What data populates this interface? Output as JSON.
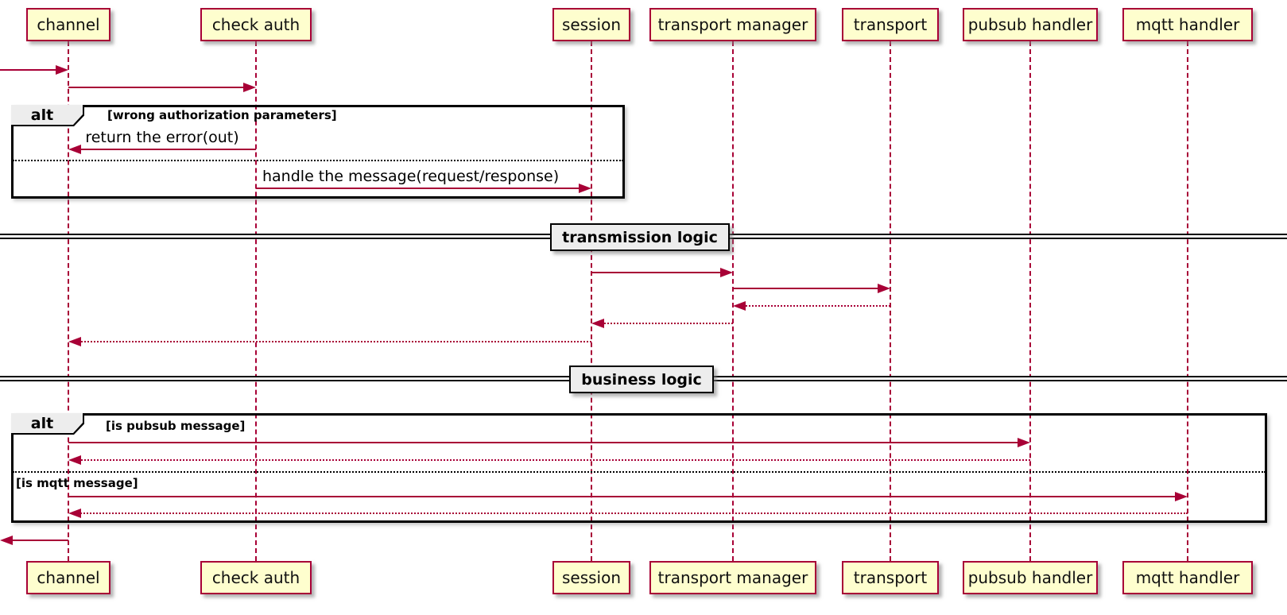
{
  "colors": {
    "participant_fill": "#FEFECE",
    "participant_border": "#A80036",
    "arrow": "#A80036",
    "lifeline": "#A80036",
    "frame_border": "#000000",
    "label_fill": "#EDEDED"
  },
  "participants": [
    {
      "name": "channel"
    },
    {
      "name": "check auth"
    },
    {
      "name": "session"
    },
    {
      "name": "transport manager"
    },
    {
      "name": "transport"
    },
    {
      "name": "pubsub handler"
    },
    {
      "name": "mqtt handler"
    }
  ],
  "frames": {
    "auth": {
      "operator": "alt",
      "condition": "[wrong authorization parameters]"
    },
    "dispatch": {
      "operator": "alt",
      "condition_pubsub": "[is pubsub message]",
      "condition_mqtt": "[is mqtt message]"
    }
  },
  "dividers": [
    {
      "label": "transmission logic"
    },
    {
      "label": "business logic"
    }
  ],
  "messages": {
    "return_error": "return the error(out)",
    "handle_message": "handle the message(request/response)"
  }
}
